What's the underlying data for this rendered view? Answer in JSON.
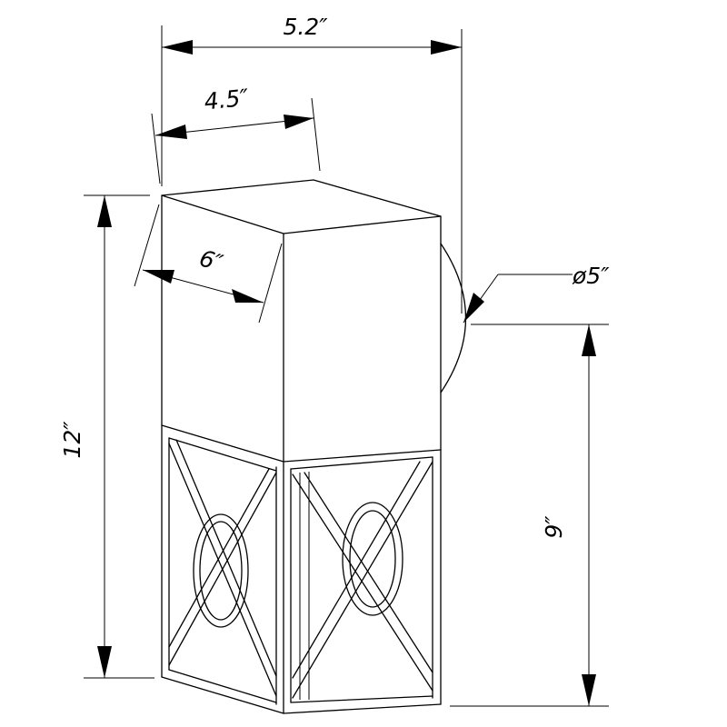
{
  "dimensions": {
    "overall_depth": "5.2″",
    "width": "4.5″",
    "front_depth": "6″",
    "backplate_diameter": "ø5″",
    "height": "12″",
    "mount_height": "9″"
  }
}
